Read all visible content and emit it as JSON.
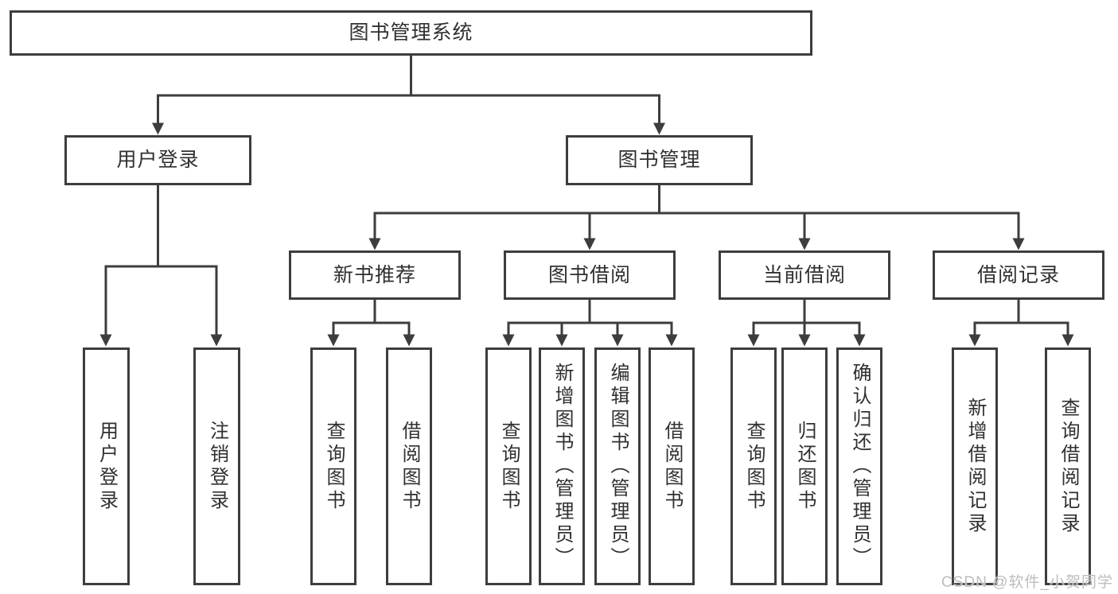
{
  "colors": {
    "background": "#ffffff",
    "line": "#3d3d3d",
    "box_border": "#3d3d3d",
    "text": "#303030",
    "watermark": "#bdbdbd"
  },
  "tree": {
    "label": "图书管理系统",
    "children": [
      {
        "label": "用户登录",
        "children": [
          {
            "label": "用户登录"
          },
          {
            "label": "注销登录"
          }
        ]
      },
      {
        "label": "图书管理",
        "children": [
          {
            "label": "新书推荐",
            "children": [
              {
                "label": "查询图书"
              },
              {
                "label": "借阅图书"
              }
            ]
          },
          {
            "label": "图书借阅",
            "children": [
              {
                "label": "查询图书"
              },
              {
                "label": "新增图书（管理员）"
              },
              {
                "label": "编辑图书（管理员）"
              },
              {
                "label": "借阅图书"
              }
            ]
          },
          {
            "label": "当前借阅",
            "children": [
              {
                "label": "查询图书"
              },
              {
                "label": "归还图书"
              },
              {
                "label": "确认归还（管理员）"
              }
            ]
          },
          {
            "label": "借阅记录",
            "children": [
              {
                "label": "新增借阅记录"
              },
              {
                "label": "查询借阅记录"
              }
            ]
          }
        ]
      }
    ]
  },
  "watermark": {
    "text": "CSDN @软件_小贺同学"
  }
}
